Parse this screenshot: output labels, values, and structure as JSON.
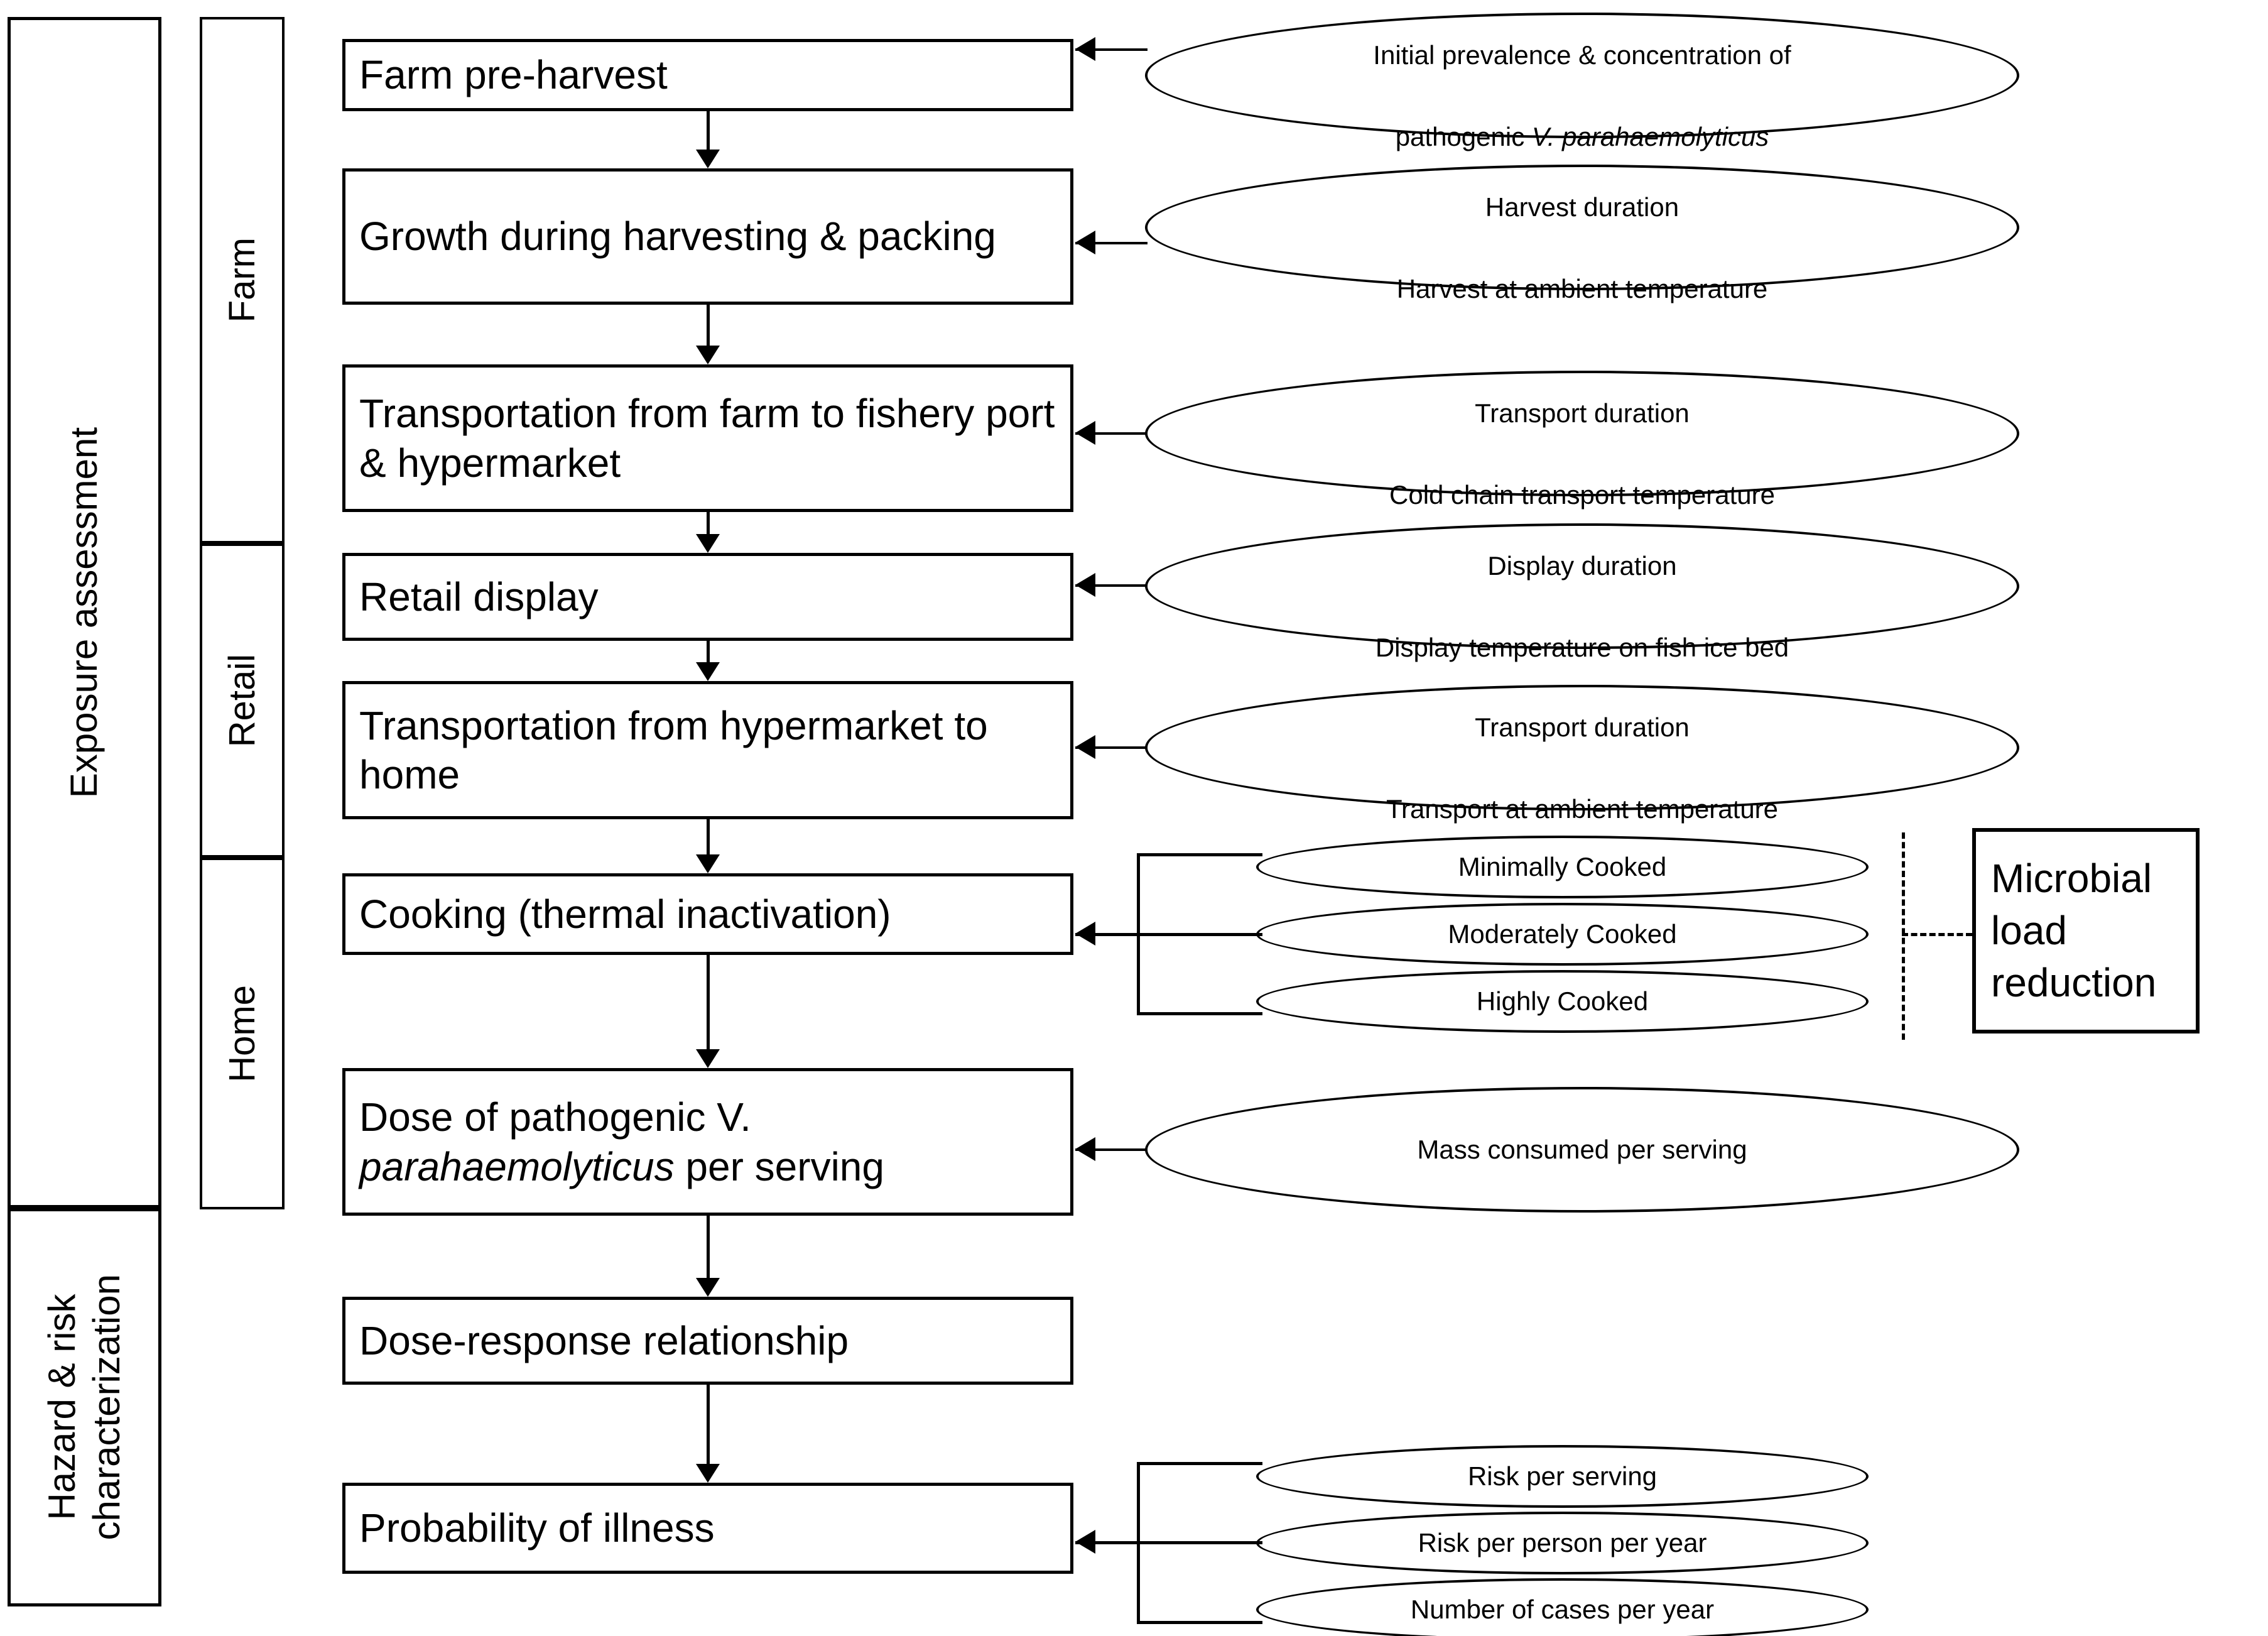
{
  "diagram": {
    "title": "Quantitative microbial risk assessment flow for pathogenic V. parahaemolyticus"
  },
  "categories": [
    {
      "id": "exposure-assessment",
      "label": "Exposure assessment"
    },
    {
      "id": "hazard-risk-characterization",
      "label": "Hazard & risk\ncharacterization"
    }
  ],
  "stages": [
    {
      "id": "farm",
      "label": "Farm"
    },
    {
      "id": "retail",
      "label": "Retail"
    },
    {
      "id": "home",
      "label": "Home"
    }
  ],
  "process_steps": [
    {
      "id": "farm-pre-harvest",
      "label": "Farm pre-harvest"
    },
    {
      "id": "growth-harvesting-packing",
      "label": "Growth during harvesting & packing"
    },
    {
      "id": "transport-farm-to-port",
      "label": "Transportation from farm to fishery port & hypermarket"
    },
    {
      "id": "retail-display",
      "label": "Retail display"
    },
    {
      "id": "transport-hypermarket-home",
      "label": "Transportation from hypermarket to home"
    },
    {
      "id": "cooking-thermal-inactivation",
      "label": "Cooking (thermal inactivation)"
    },
    {
      "id": "dose-per-serving",
      "label_prefix": "Dose of pathogenic V. ",
      "label_italic": "parahaemolyticus",
      "label_suffix": " per serving"
    },
    {
      "id": "dose-response-relationship",
      "label": "Dose-response relationship"
    },
    {
      "id": "probability-of-illness",
      "label": "Probability of illness"
    }
  ],
  "input_ellipses": [
    {
      "id": "initial-prevalence",
      "line1": "Initial prevalence & concentration of",
      "line2_prefix": "pathogenic ",
      "line2_italic": "V. parahaemolyticus",
      "line2_suffix": ""
    },
    {
      "id": "harvest-params",
      "line1": "Harvest duration",
      "line2": "Harvest at ambient temperature"
    },
    {
      "id": "cold-chain-transport",
      "line1": "Transport duration",
      "line2": "Cold chain transport temperature"
    },
    {
      "id": "display-params",
      "line1": "Display duration",
      "line2": "Display temperature on fish ice bed"
    },
    {
      "id": "home-transport",
      "line1": "Transport duration",
      "line2": "Transport at ambient temperature"
    },
    {
      "id": "mass-consumed",
      "line1": "Mass consumed per serving"
    }
  ],
  "cooking_options": [
    {
      "id": "minimally-cooked",
      "label": "Minimally Cooked"
    },
    {
      "id": "moderately-cooked",
      "label": "Moderately Cooked"
    },
    {
      "id": "highly-cooked",
      "label": "Highly Cooked"
    }
  ],
  "risk_outputs": [
    {
      "id": "risk-per-serving",
      "label": "Risk per serving"
    },
    {
      "id": "risk-per-person-per-year",
      "label": "Risk per person per year"
    },
    {
      "id": "cases-per-year",
      "label": "Number of cases per year"
    }
  ],
  "annotation_box": {
    "id": "microbial-load-reduction",
    "label": "Microbial\nload\nreduction"
  },
  "colors": {
    "stroke": "#000000",
    "background": "#ffffff"
  }
}
